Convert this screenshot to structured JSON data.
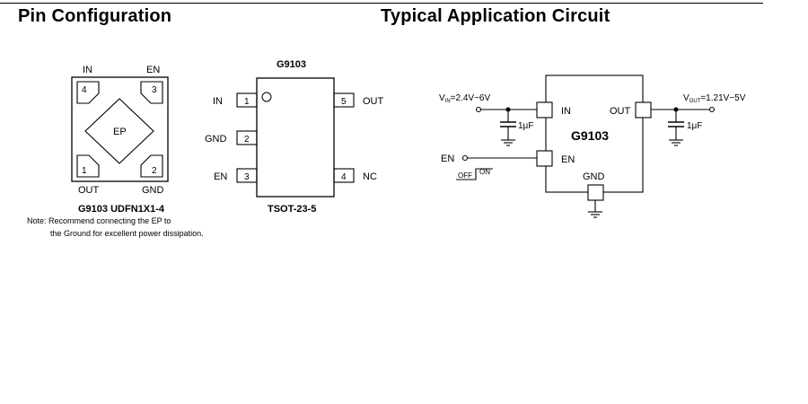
{
  "sections": {
    "pin_configuration": "Pin Configuration",
    "typical_application": "Typical Application Circuit"
  },
  "udfn": {
    "top_left_label": "IN",
    "top_right_label": "EN",
    "bottom_left_label": "OUT",
    "bottom_right_label": "GND",
    "pin_top_left": "4",
    "pin_top_right": "3",
    "pin_bottom_left": "1",
    "pin_bottom_right": "2",
    "ep_label": "EP",
    "caption": "G9103 UDFN1X1-4",
    "note_line1": "Note: Recommend connecting the EP to",
    "note_line2": "the Ground for excellent power dissipation."
  },
  "tsot": {
    "part": "G9103",
    "package": "TSOT-23-5",
    "pins": {
      "p1_name": "IN",
      "p1_num": "1",
      "p2_name": "GND",
      "p2_num": "2",
      "p3_name": "EN",
      "p3_num": "3",
      "p4_name": "NC",
      "p4_num": "4",
      "p5_name": "OUT",
      "p5_num": "5"
    }
  },
  "circuit": {
    "chip_name": "G9103",
    "vin_prefix": "V",
    "vin_sub": "IN",
    "vin_range": "=2.4V~6V",
    "vout_prefix": "V",
    "vout_sub": "OUT",
    "vout_range": "=1.21V~5V",
    "cin": "1μF",
    "cout": "1μF",
    "pin_in": "IN",
    "pin_en": "EN",
    "pin_out": "OUT",
    "pin_gnd": "GND",
    "en_input": "EN",
    "switch_off": "OFF",
    "switch_on": "ON"
  }
}
